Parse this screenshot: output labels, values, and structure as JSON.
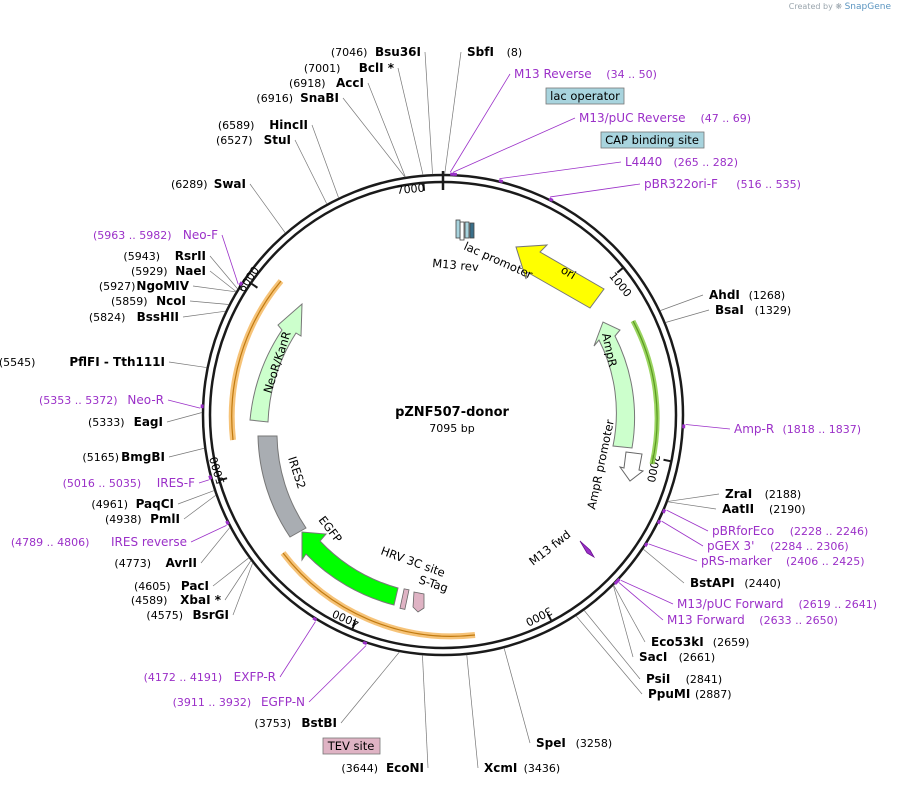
{
  "header": {
    "created_by": "Created by",
    "brand_name": "SnapGene"
  },
  "plasmid": {
    "name": "pZNF507-donor",
    "size": "7095 bp",
    "length": 7095
  },
  "colors": {
    "enzyme": "#000000",
    "primer": "#9b30c8",
    "feature_box_blue": "#a8d4de",
    "feature_box_pink": "#dfb3c4",
    "ori": "#ffff00",
    "ampr": "#ccffcc",
    "neor": "#ccffcc",
    "ires": "#a9adb2",
    "egfp": "#00ff00",
    "orf_orange": "#f4b860",
    "orf_green": "#90d050"
  },
  "ticks": [
    "1000",
    "2000",
    "3000",
    "4000",
    "5000",
    "6000",
    "7000"
  ],
  "enzymes": [
    {
      "name": "SbfI",
      "pos": "(8)",
      "side": "right"
    },
    {
      "name": "AhdI",
      "pos": "(1268)",
      "side": "right"
    },
    {
      "name": "BsaI",
      "pos": "(1329)",
      "side": "right"
    },
    {
      "name": "ZraI",
      "pos": "(2188)",
      "side": "right"
    },
    {
      "name": "AatII",
      "pos": "(2190)",
      "side": "right"
    },
    {
      "name": "BstAPI",
      "pos": "(2440)",
      "side": "right"
    },
    {
      "name": "Eco53kI",
      "pos": "(2659)",
      "side": "right"
    },
    {
      "name": "SacI",
      "pos": "(2661)",
      "side": "right"
    },
    {
      "name": "PsiI",
      "pos": "(2841)",
      "side": "right"
    },
    {
      "name": "PpuMI",
      "pos": "(2887)",
      "side": "right"
    },
    {
      "name": "SpeI",
      "pos": "(3258)",
      "side": "right"
    },
    {
      "name": "XcmI",
      "pos": "(3436)",
      "side": "right"
    },
    {
      "name": "EcoNI",
      "pos": "(3644)",
      "side": "left"
    },
    {
      "name": "BstBI",
      "pos": "(3753)",
      "side": "left"
    },
    {
      "name": "BsrGI",
      "pos": "(4575)",
      "side": "left"
    },
    {
      "name": "XbaI *",
      "pos": "(4589)",
      "side": "left"
    },
    {
      "name": "PacI",
      "pos": "(4605)",
      "side": "left"
    },
    {
      "name": "AvrII",
      "pos": "(4773)",
      "side": "left"
    },
    {
      "name": "PmlI",
      "pos": "(4938)",
      "side": "left"
    },
    {
      "name": "PaqCI",
      "pos": "(4961)",
      "side": "left"
    },
    {
      "name": "BmgBI",
      "pos": "(5165)",
      "side": "left"
    },
    {
      "name": "EagI",
      "pos": "(5333)",
      "side": "left"
    },
    {
      "name": "PflFI  - Tth111I",
      "pos": "(5545)",
      "side": "left"
    },
    {
      "name": "BssHII",
      "pos": "(5824)",
      "side": "left"
    },
    {
      "name": "NcoI",
      "pos": "(5859)",
      "side": "left"
    },
    {
      "name": "NgoMIV",
      "pos": "(5927)",
      "side": "left"
    },
    {
      "name": "NaeI",
      "pos": "(5929)",
      "side": "left"
    },
    {
      "name": "RsrII",
      "pos": "(5943)",
      "side": "left"
    },
    {
      "name": "SwaI",
      "pos": "(6289)",
      "side": "left"
    },
    {
      "name": "StuI",
      "pos": "(6527)",
      "side": "left"
    },
    {
      "name": "HincII",
      "pos": "(6589)",
      "side": "left"
    },
    {
      "name": "SnaBI",
      "pos": "(6916)",
      "side": "left"
    },
    {
      "name": "AccI",
      "pos": "(6918)",
      "side": "left"
    },
    {
      "name": "BclI *",
      "pos": "(7001)",
      "side": "left"
    },
    {
      "name": "Bsu36I",
      "pos": "(7046)",
      "side": "left"
    }
  ],
  "primers": [
    {
      "name": "M13 Reverse",
      "range": "(34 .. 50)"
    },
    {
      "name": "M13/pUC Reverse",
      "range": "(47 .. 69)"
    },
    {
      "name": "L4440",
      "range": "(265 .. 282)"
    },
    {
      "name": "pBR322ori-F",
      "range": "(516 .. 535)"
    },
    {
      "name": "Amp-R",
      "range": "(1818 .. 1837)"
    },
    {
      "name": "pBRforEco",
      "range": "(2228 .. 2246)"
    },
    {
      "name": "pGEX 3'",
      "range": "(2284 .. 2306)"
    },
    {
      "name": "pRS-marker",
      "range": "(2406 .. 2425)"
    },
    {
      "name": "M13/pUC Forward",
      "range": "(2619 .. 2641)"
    },
    {
      "name": "M13 Forward",
      "range": "(2633 .. 2650)"
    },
    {
      "name": "EXFP-R",
      "range": "(4172 .. 4191)"
    },
    {
      "name": "EGFP-N",
      "range": "(3911 .. 3932)"
    },
    {
      "name": "IRES reverse",
      "range": "(4789 .. 4806)"
    },
    {
      "name": "IRES-F",
      "range": "(5016 .. 5035)"
    },
    {
      "name": "Neo-R",
      "range": "(5353 .. 5372)"
    },
    {
      "name": "Neo-F",
      "range": "(5963 .. 5982)"
    }
  ],
  "boxed_features": [
    "lac operator",
    "CAP binding site",
    "TEV site"
  ],
  "inner_features": [
    "ori",
    "AmpR",
    "AmpR promoter",
    "lac promoter",
    "M13 rev",
    "M13 fwd",
    "HRV 3C site",
    "S-Tag",
    "EGFP",
    "IRES2",
    "NeoR/KanR"
  ]
}
